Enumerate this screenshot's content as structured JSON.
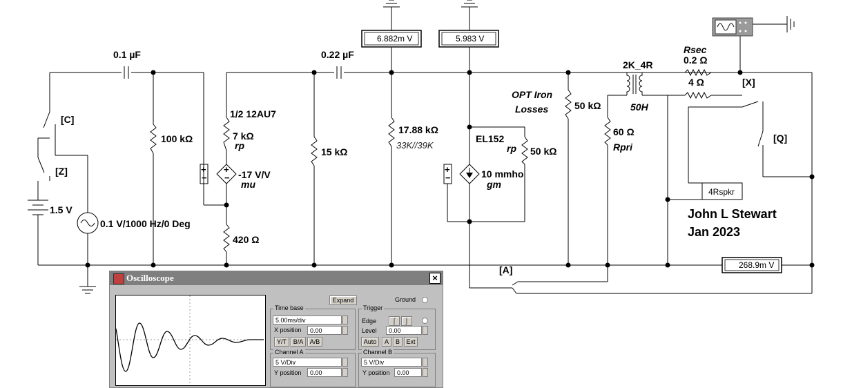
{
  "components": {
    "c1": "0.1 µF",
    "c2": "0.22 µF",
    "r100k": "100 kΩ",
    "tube": "1/2 12AU7",
    "r7k": "7 kΩ",
    "rp1": "rp",
    "gain": "-17 V/V",
    "mu": "mu",
    "r420": "420 Ω",
    "r15k": "15 kΩ",
    "r1788": "17.88 kΩ",
    "r1788_note": "33K//39K",
    "el152": "EL152",
    "rp2": "rp",
    "r50k_rp": "50 kΩ",
    "gm_val": "10 mmho",
    "gm": "gm",
    "opt": "OPT Iron",
    "opt2": "Losses",
    "r50k_opt": "50 kΩ",
    "xfmr": "2K_4R",
    "xfmr_l": "50H",
    "rpri_val": "60 Ω",
    "rpri": "Rpri",
    "rsec": "Rsec",
    "rsec_val": "0.2 Ω",
    "r4": "4 Ω",
    "node_x": "[X]",
    "node_c": "[C]",
    "node_z": "[Z]",
    "node_q": "[Q]",
    "node_a": "[A]",
    "battery": "1.5 V",
    "source": "0.1 V/1000 Hz/0 Deg",
    "spkr": "4Rspkr",
    "author": "John L Stewart",
    "date": "Jan 2023"
  },
  "meters": {
    "m1": "6.882m V",
    "m2": "5.983  V",
    "m3": "268.9m V"
  },
  "oscilloscope": {
    "title": "Oscilloscope",
    "expand": "Expand",
    "ground": "Ground",
    "time_base": "Time base",
    "time_base_value": "5.00ms/div",
    "x_position_label": "X position",
    "x_position_value": "0.00",
    "yt": "Y/T",
    "ba": "B/A",
    "ab": "A/B",
    "trigger": "Trigger",
    "edge": "Edge",
    "level_label": "Level",
    "level_value": "0.00",
    "auto": "Auto",
    "a": "A",
    "b": "B",
    "ext": "Ext",
    "channel_a": "Channel A",
    "channel_a_value": "5 V/Div",
    "y_position_label": "Y position",
    "y_position_a": "0.00",
    "channel_b": "Channel B",
    "channel_b_value": "5 V/Div",
    "y_position_b": "0.00"
  }
}
